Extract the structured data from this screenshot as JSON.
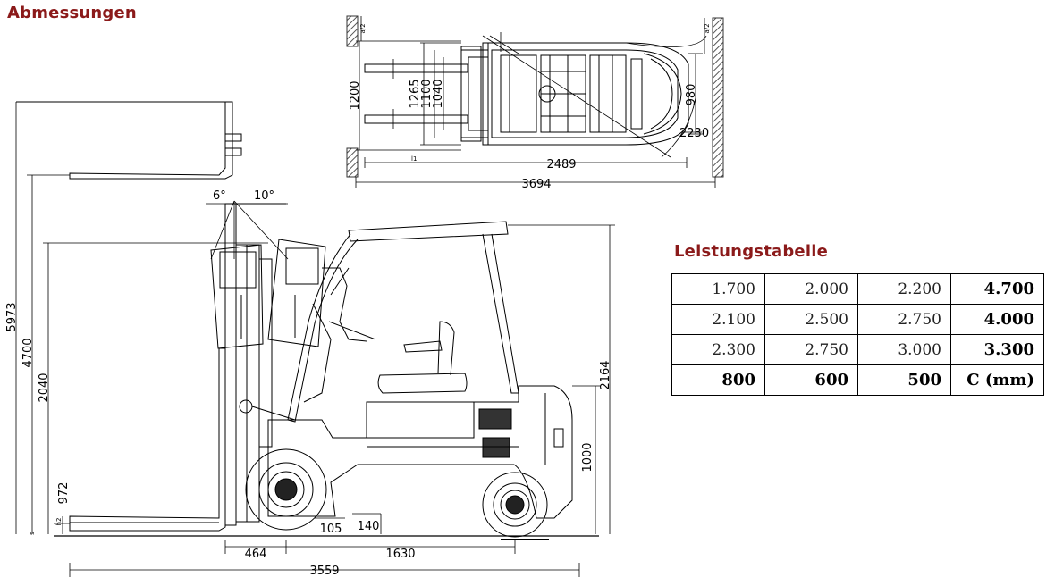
{
  "headings": {
    "dimensions": "Abmessungen",
    "performance_table": "Leistungstabelle"
  },
  "colors": {
    "heading": "#8b1a1a",
    "line": "#000000",
    "hatch": "#555555"
  },
  "top_view": {
    "fork_spacing": "1200",
    "carriage_widths": [
      "1265",
      "1100",
      "1040"
    ],
    "turning_circle": "2230",
    "length_to_fork_face": "2489",
    "aisle_width": "3694",
    "track_width": "980",
    "clearance_marks": [
      "a/2",
      "a/2"
    ],
    "fork_mark": "l1"
  },
  "side_view": {
    "tilt_forward": "6°",
    "tilt_backward": "10°",
    "max_height": "5973",
    "lift_height": "4700",
    "closed_mast_height": "2040",
    "free_lift": "972",
    "fork_base_height": "s",
    "ground_clearance_mark": "h2",
    "overhead_guard_height": "2164",
    "seat_height": "1000",
    "front_overhang": "464",
    "wheelbase": "1630",
    "overall_length": "3559",
    "ground_clearance_mast": "105",
    "ground_clearance_center": "140"
  },
  "performance_table": {
    "rows": [
      [
        "1.700",
        "2.000",
        "2.200",
        "4.700"
      ],
      [
        "2.100",
        "2.500",
        "2.750",
        "4.000"
      ],
      [
        "2.300",
        "2.750",
        "3.000",
        "3.300"
      ],
      [
        "800",
        "600",
        "500",
        "C (mm)"
      ]
    ]
  }
}
